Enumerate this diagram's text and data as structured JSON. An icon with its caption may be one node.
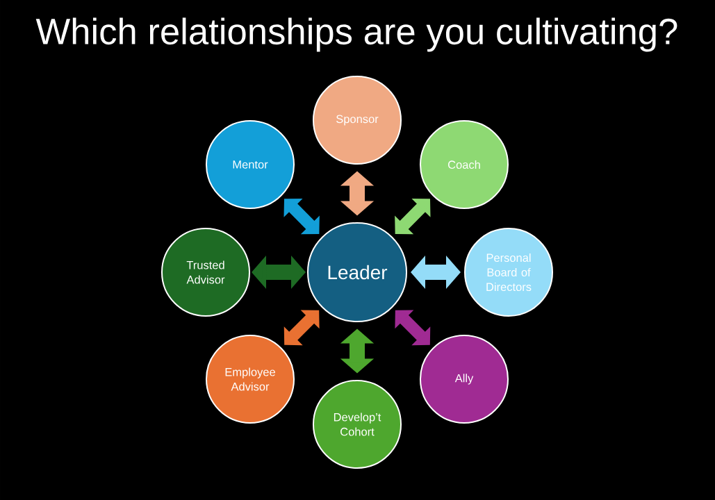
{
  "diagram": {
    "title": "Which relationships are you cultivating?",
    "nodes": [
      {
        "text": [
          "Sponsor"
        ]
      },
      {
        "text": [
          "Mentor"
        ]
      },
      {
        "text": [
          "Coach"
        ]
      },
      {
        "text": [
          "Trusted Advisor"
        ]
      },
      {
        "text": [
          "Leader"
        ]
      },
      {
        "text": [
          "Personal Board of Directors"
        ]
      },
      {
        "text": [
          "Employee Advisor"
        ]
      },
      {
        "text": [
          "Ally"
        ]
      },
      {
        "text": [
          "Develop’t Cohort"
        ]
      }
    ],
    "edges": [
      {
        "from": 4,
        "to": 0,
        "arrow": "both",
        "color": "#f0a983"
      },
      {
        "from": 4,
        "to": 1,
        "arrow": "both",
        "color": "#139fd8"
      },
      {
        "from": 4,
        "to": 2,
        "arrow": "both",
        "color": "#8ed973"
      },
      {
        "from": 4,
        "to": 3,
        "arrow": "both",
        "color": "#1e6b24"
      },
      {
        "from": 4,
        "to": 5,
        "arrow": "both",
        "color": "#94dcf8"
      },
      {
        "from": 4,
        "to": 6,
        "arrow": "both",
        "color": "#e97132"
      },
      {
        "from": 4,
        "to": 7,
        "arrow": "both",
        "color": "#a02b93"
      },
      {
        "from": 4,
        "to": 8,
        "arrow": "both",
        "color": "#4ea72e"
      }
    ]
  }
}
